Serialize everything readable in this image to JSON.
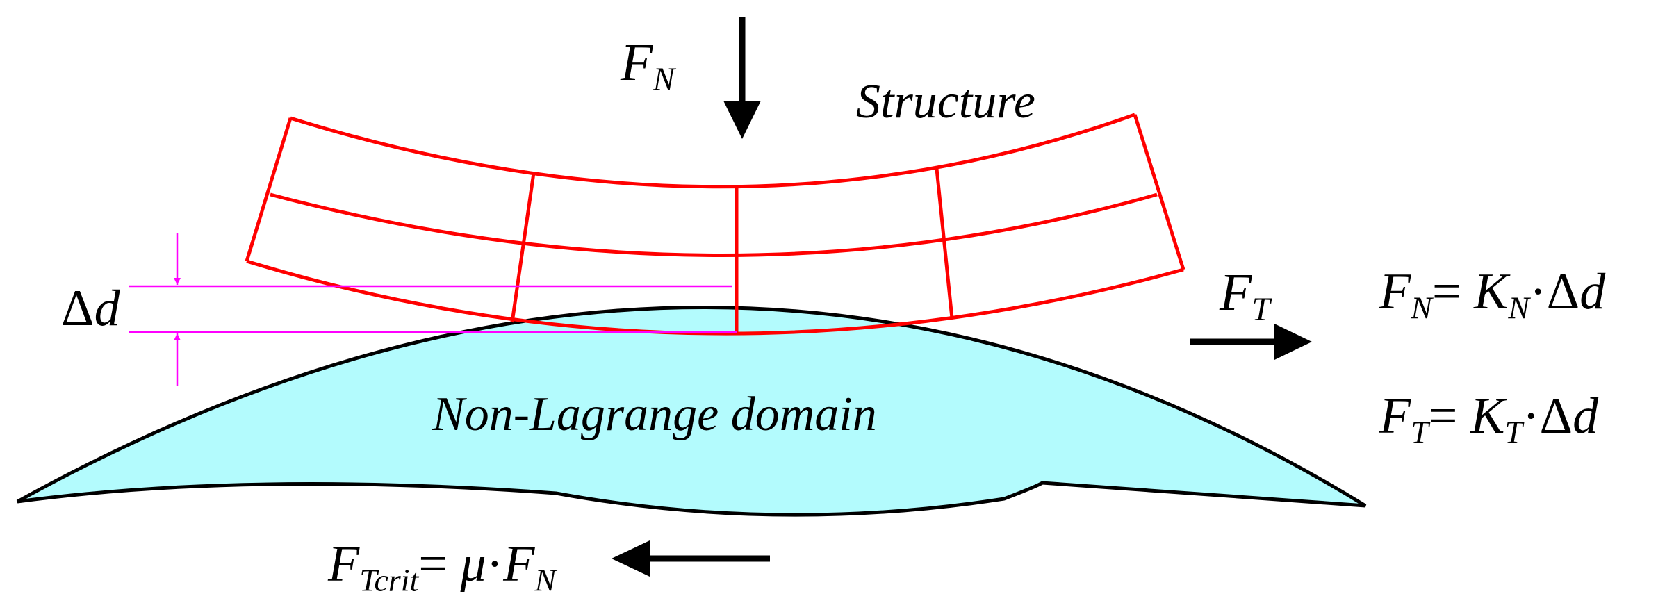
{
  "labels": {
    "fn_letter": "F",
    "fn_sub": "N",
    "structure": "Structure",
    "delta_d_symbol": "Δ",
    "delta_d_letter": "d",
    "domain": "Non-Lagrange domain",
    "ft_letter": "F",
    "ft_sub": "T",
    "eq1_f": "F",
    "eq1_fsub": "N",
    "eq1_eq": "= ",
    "eq1_k": "K",
    "eq1_ksub": "N",
    "eq1_dot": "·",
    "eq1_delta": "Δ",
    "eq1_d": "d",
    "eq2_f": "F",
    "eq2_fsub": "T",
    "eq2_eq": "= ",
    "eq2_k": "K",
    "eq2_ksub": "T",
    "eq2_dot": "·",
    "eq2_delta": "Δ",
    "eq2_d": "d",
    "crit_f": "F",
    "crit_sub": "Tcrit",
    "crit_eq": "= ",
    "crit_mu": "μ",
    "crit_dot": "·",
    "crit_f2": "F",
    "crit_f2sub": "N"
  },
  "colors": {
    "mesh": "#ff0000",
    "domain_fill": "#b3fbfd",
    "outline": "#000000",
    "dimension": "#ff00ff",
    "arrows": "#000000"
  }
}
